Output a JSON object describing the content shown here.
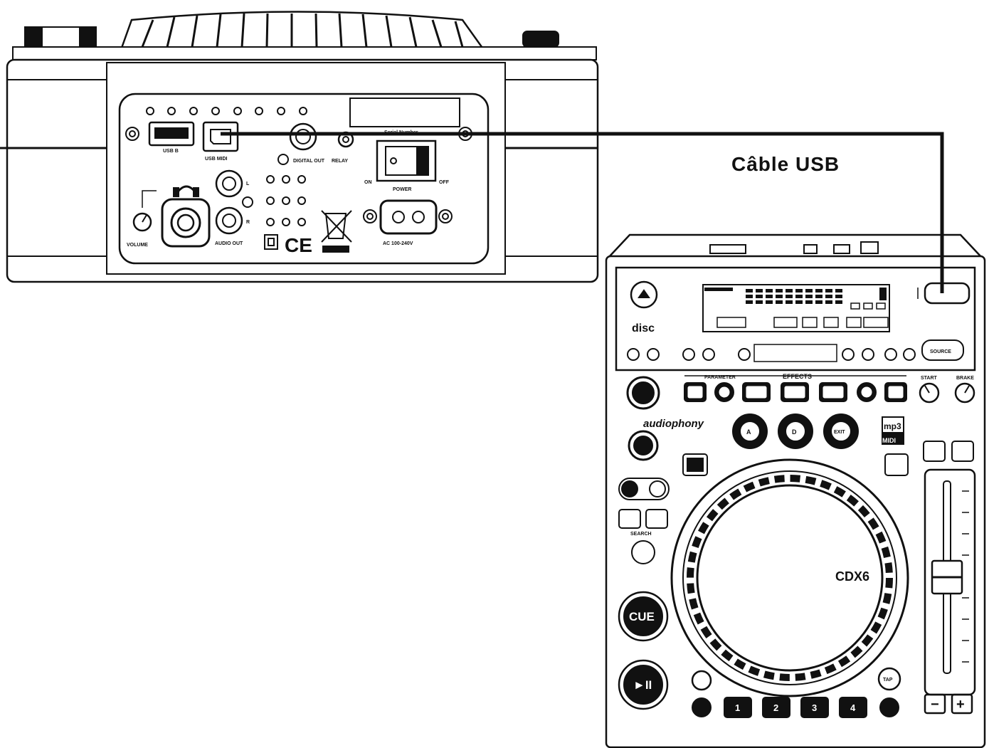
{
  "cable_label": "Câble USB",
  "rear_panel": {
    "usb_b_label": "USB B",
    "usb_midi_label": "USB MIDI",
    "digital_out_label": "DIGITAL OUT",
    "relay_label": "RELAY",
    "serial_number_label": "Serial Number",
    "on_label": "ON",
    "off_label": "OFF",
    "power_label": "POWER",
    "left_label": "L",
    "right_label": "R",
    "audio_out_label": "AUDIO OUT",
    "volume_label": "VOLUME",
    "ce_mark": "CE",
    "ac_label": "AC 100-240V"
  },
  "front_panel": {
    "brand": "audiophony",
    "disc_logo": "disc",
    "model": "CDX6",
    "mp3_badge": "mp3",
    "midi_badge": "MIDI",
    "cue_label": "CUE",
    "play_pause_label": "►II",
    "hotcue_labels": [
      "1",
      "2",
      "3",
      "4"
    ],
    "tap_label": "TAP",
    "source_label": "SOURCE",
    "knob_labels": [
      "A",
      "D",
      "EXIT"
    ],
    "pitch_minus": "−",
    "pitch_plus": "+",
    "effects_label": "EFFECTS",
    "parameter_label": "PARAMETER",
    "search_label": "SEARCH",
    "start_label": "START",
    "brake_label": "BRAKE"
  }
}
